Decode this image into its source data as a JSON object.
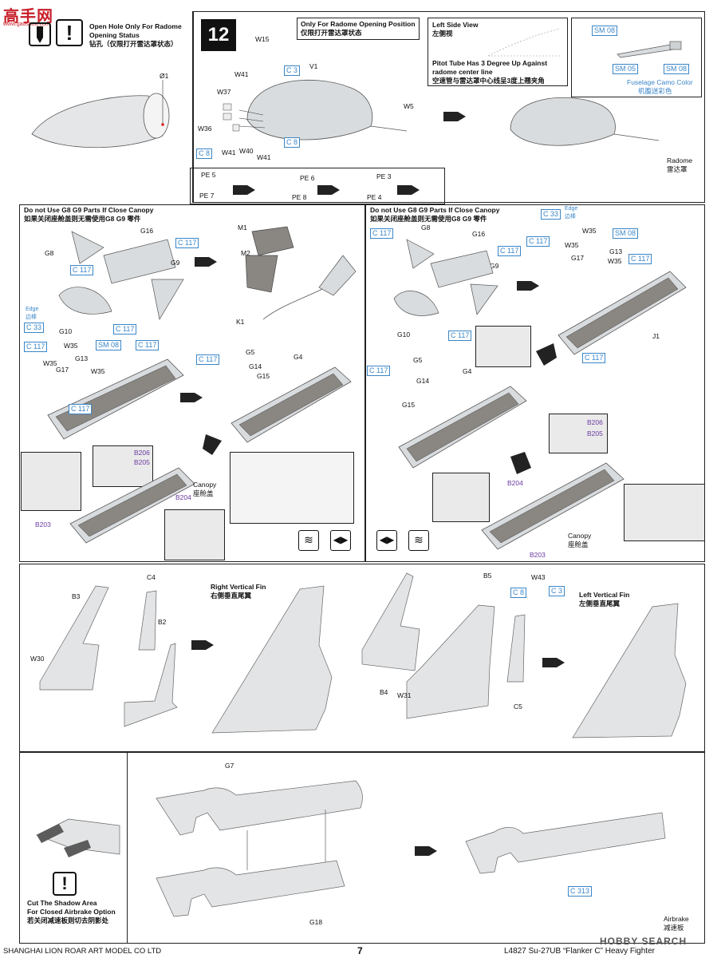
{
  "watermark_top": {
    "main": "高手网",
    "url": "www.gaoshou.com"
  },
  "step": {
    "number": "12"
  },
  "open_hole": {
    "en1": "Open Hole Only For Radome",
    "en2": "Opening Status",
    "cn": "钻孔（仅限打开雷达罩状态）",
    "diameter": "Ø1"
  },
  "radome_position": {
    "en": "Only For Radome Opening Position",
    "cn": "仅限打开雷达罩状态"
  },
  "left_side_view": {
    "en": "Left Side View",
    "cn": "左侧视"
  },
  "pitot": {
    "en1": "Pitot Tube Has 3 Degree Up Against",
    "en2": "radome center line",
    "cn": "空速管与雷达罩中心线呈3度上翘夹角"
  },
  "pitot_detail": {
    "sm08a": "SM 08",
    "sm05": "SM 05",
    "sm08b": "SM 08",
    "camo_en": "Fuselage Camo Color",
    "camo_cn": "机腹迷彩色"
  },
  "step12_parts": {
    "w15": "W15",
    "c3": "C 3",
    "v1": "V1",
    "w41a": "W41",
    "w37": "W37",
    "w36": "W36",
    "c8a": "C 8",
    "w41b": "W41",
    "w40": "W40",
    "w41c": "W41",
    "c8b": "C 8",
    "w5": "W5"
  },
  "radome": {
    "en": "Radome",
    "cn": "雷达罩"
  },
  "pe_strip": {
    "pe5": "PE 5",
    "pe7": "PE 7",
    "pe6": "PE 6",
    "pe8": "PE 8",
    "pe3": "PE 3",
    "pe4": "PE 4"
  },
  "canopy_warning": {
    "en": "Do not Use G8 G9 Parts If Close Canopy",
    "cn": "如果关闭座舱盖则无需使用G8 G9 零件"
  },
  "canopy_left": {
    "g16": "G16",
    "g8": "G8",
    "c117a": "C 117",
    "g9": "G9",
    "c117b": "C 117",
    "g10": "G10",
    "edge_en": "Edge",
    "edge_cn": "边棒",
    "c33": "C 33",
    "c117c": "C 117",
    "m1": "M1",
    "m2": "M2",
    "k1": "K1",
    "c117d": "C 117",
    "w35a": "W35",
    "sm08": "SM 08",
    "c117e": "C 117",
    "w35b": "W35",
    "g13": "G13",
    "g17": "G17",
    "w35c": "W35",
    "c117f": "C 117",
    "c117g": "C 117",
    "g5": "G5",
    "g14": "G14",
    "g4": "G4",
    "g15": "G15",
    "b206": "B206",
    "b205": "B205",
    "b204": "B204",
    "b203": "B203"
  },
  "canopy_right": {
    "c33": "C 33",
    "edge_en": "Edge",
    "edge_cn": "边棒",
    "g8": "G8",
    "w35a": "W35",
    "sm08": "SM 08",
    "c117a": "C 117",
    "g16": "G16",
    "c117b": "C 117",
    "c117c": "C 117",
    "g13": "G13",
    "w35b": "W35",
    "g17": "G17",
    "w35c": "W35",
    "c117d": "C 117",
    "g9": "G9",
    "g10": "G10",
    "c117e": "C 117",
    "j1": "J1",
    "c117f": "C 117",
    "c117g": "C 117",
    "g5": "G5",
    "g14": "G14",
    "g4": "G4",
    "g15": "G15",
    "b206": "B206",
    "b205": "B205",
    "b204": "B204",
    "b203": "B203"
  },
  "canopy": {
    "en": "Canopy",
    "cn": "座舱盖"
  },
  "right_fin": {
    "en": "Right Vertical Fin",
    "cn": "右侧垂直尾翼",
    "c4": "C4",
    "b3": "B3",
    "b2": "B2",
    "w30": "W30"
  },
  "left_fin": {
    "en": "Left Vertical Fin",
    "cn": "左侧垂直尾翼",
    "b5": "B5",
    "w43": "W43",
    "c8": "C 8",
    "c3": "C 3",
    "b4": "B4",
    "w31": "W31",
    "c5": "C5"
  },
  "airbrake": {
    "g7": "G7",
    "g18": "G18",
    "c313": "C 313",
    "en": "Airbrake",
    "cn": "减速板"
  },
  "cut_note": {
    "en1": "Cut  The Shadow Area",
    "en2": "For Closed Airbrake Option",
    "cn": "若关闭减速板则切去阴影处"
  },
  "footer": {
    "company": "SHANGHAI LION ROAR ART MODEL CO LTD",
    "page": "7",
    "product": "L4827   Su-27UB  “Flanker C”  Heavy  Fighter"
  },
  "watermark_bottom": "HOBBY SEARCH",
  "colors": {
    "label_blue": "#3a86c8",
    "label_purple": "#6a3aa2",
    "part_grey": "#d9dcde",
    "interior_grey": "#8a8783"
  }
}
